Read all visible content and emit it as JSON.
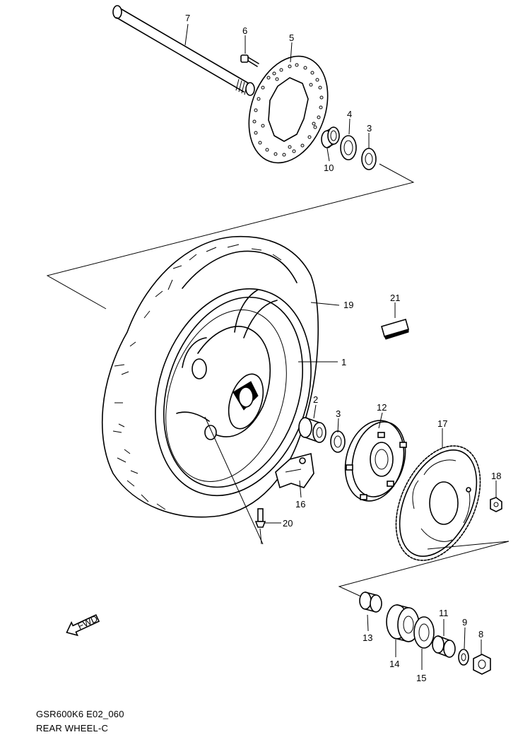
{
  "diagram": {
    "callouts": {
      "p1": "1",
      "p2": "2",
      "p3a": "3",
      "p3b": "3",
      "p4": "4",
      "p5": "5",
      "p6": "6",
      "p7": "7",
      "p8": "8",
      "p9": "9",
      "p10": "10",
      "p11": "11",
      "p12": "12",
      "p13": "13",
      "p14": "14",
      "p15": "15",
      "p16": "16",
      "p17": "17",
      "p18": "18",
      "p19": "19",
      "p20": "20",
      "p21": "21"
    },
    "fwd_label": "FWD"
  },
  "caption": {
    "code": "GSR600K6 E02_060",
    "title": "REAR WHEEL-C"
  }
}
